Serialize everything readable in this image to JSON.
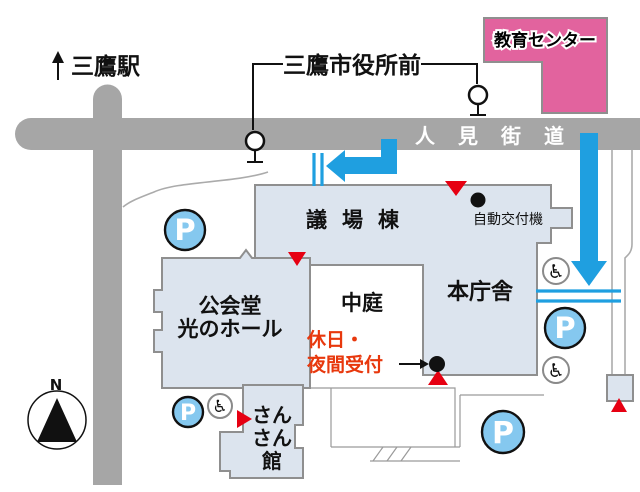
{
  "map": {
    "station_label": "三鷹駅",
    "bus_stop_label": "三鷹市役所前",
    "road_name": "人見街道",
    "education_center": "教育センター",
    "compass_n": "N"
  },
  "buildings": {
    "assembly": "議場棟",
    "main_building": "本庁舎",
    "courtyard": "中庭",
    "public_hall_line1": "公会堂",
    "public_hall_line2": "光のホール",
    "sansan_line1": "さん",
    "sansan_line2": "さん",
    "sansan_line3": "館"
  },
  "annotations": {
    "auto_machine": "自動交付機",
    "reception_line1": "休日・",
    "reception_line2": "夜間受付"
  },
  "icons": {
    "parking_letter": "P",
    "wheelchair_glyph": "♿"
  },
  "colors": {
    "road_gray": "#a6a6a6",
    "building_fill": "#dce4ee",
    "building_stroke": "#8f8f8f",
    "education_center_pink": "#e2639e",
    "route_blue": "#1f9fe0",
    "entrance_red": "#e60012",
    "reception_text_red": "#e8380d",
    "parking_blue": "#85c8ef"
  }
}
